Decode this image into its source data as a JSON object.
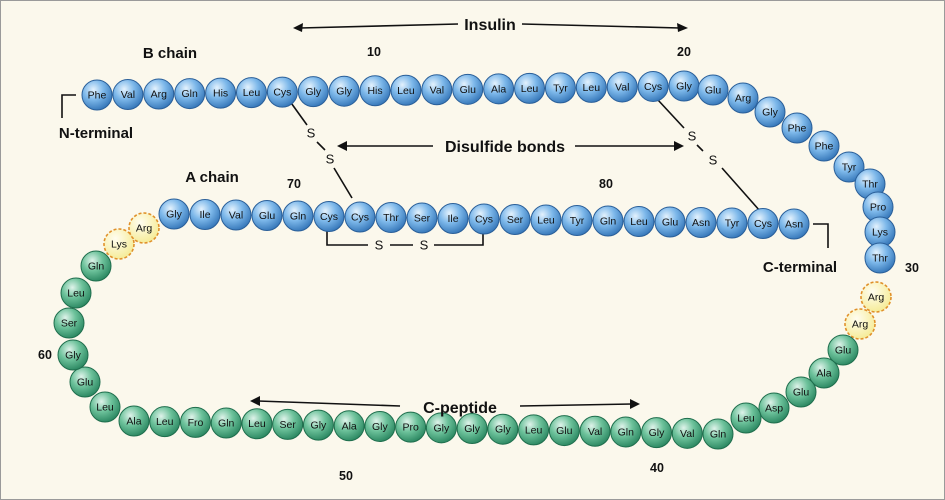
{
  "labels": {
    "insulin": "Insulin",
    "b_chain": "B chain",
    "a_chain": "A chain",
    "n_terminal": "N-terminal",
    "c_terminal": "C-terminal",
    "disulfide_bonds": "Disulfide bonds",
    "c_peptide": "C-peptide",
    "sulfur": "S"
  },
  "position_numbers": [
    "10",
    "20",
    "30",
    "40",
    "50",
    "60",
    "70",
    "80"
  ],
  "colors": {
    "background": "#fbf8ec",
    "frame": "#9a9a9a",
    "blue_residue": "#4f97d6",
    "green_residue": "#3a9f75",
    "cleavage_residue": "#f7efa8",
    "cleavage_border": "#e0902a"
  },
  "b_chain": [
    "Phe",
    "Val",
    "Arg",
    "Gln",
    "His",
    "Leu",
    "Cys",
    "Gly",
    "Gly",
    "His",
    "Leu",
    "Val",
    "Glu",
    "Ala",
    "Leu",
    "Tyr",
    "Leu",
    "Val",
    "Cys",
    "Gly",
    "Glu",
    "Arg",
    "Gly",
    "Phe",
    "Phe",
    "Tyr",
    "Thr",
    "Pro",
    "Lys",
    "Thr"
  ],
  "cleavage_right": [
    "Arg",
    "Arg"
  ],
  "c_peptide": [
    "Glu",
    "Ala",
    "Glu",
    "Asp",
    "Leu",
    "Gln",
    "Val",
    "Gly",
    "Gln",
    "Val",
    "Glu",
    "Leu",
    "Gly",
    "Gly",
    "Gly",
    "Pro",
    "Gly",
    "Ala",
    "Gly",
    "Ser",
    "Leu",
    "Gln",
    "Fro",
    "Leu",
    "Ala",
    "Leu",
    "Glu",
    "Gly",
    "Ser",
    "Leu",
    "Gln"
  ],
  "cleavage_left": [
    "Lys",
    "Arg"
  ],
  "a_chain": [
    "Gly",
    "Ile",
    "Val",
    "Glu",
    "Gln",
    "Cys",
    "Cys",
    "Thr",
    "Ser",
    "Ile",
    "Cys",
    "Ser",
    "Leu",
    "Tyr",
    "Gln",
    "Leu",
    "Glu",
    "Asn",
    "Tyr",
    "Cys",
    "Asn"
  ]
}
